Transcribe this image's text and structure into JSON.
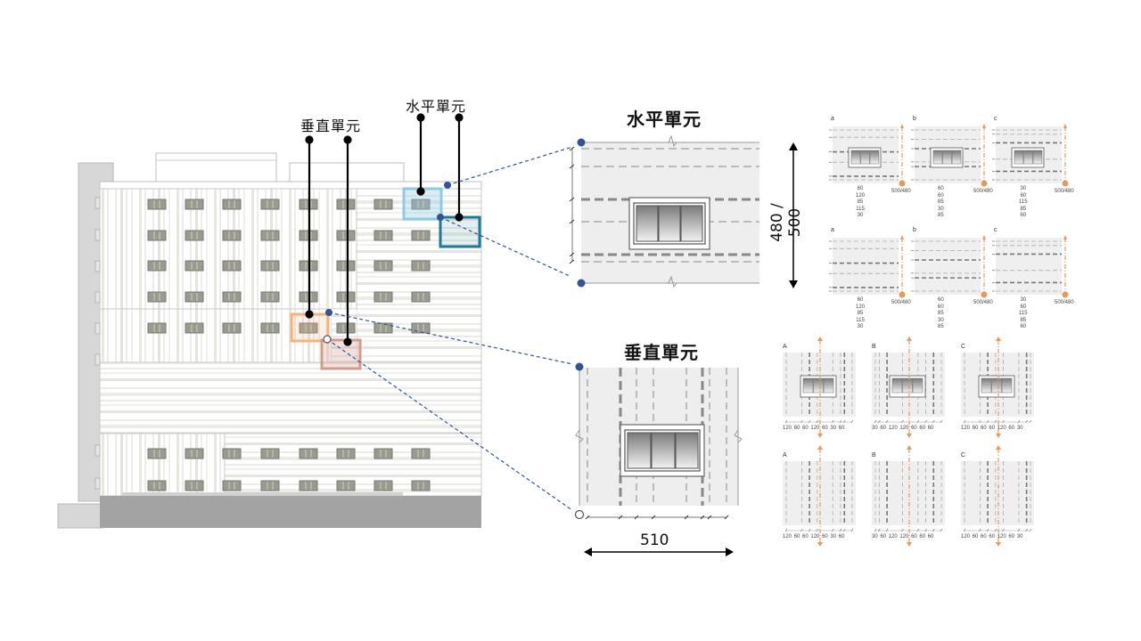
{
  "facade": {
    "callouts": {
      "vertical_unit": "垂直單元",
      "horizontal_unit": "水平單元"
    },
    "highlight_colors": {
      "horizontal_light": "#8ecbe0",
      "horizontal_dark": "#1f7a96",
      "vertical_light": "#f5b27a",
      "vertical_dark": "#d39c8a",
      "connector": "#2f5597"
    }
  },
  "horizontal_unit": {
    "title": "水平單元",
    "height_dimension": "480 / 500"
  },
  "vertical_unit": {
    "title": "垂直單元",
    "width_dimension": "510"
  },
  "horizontal_variants": {
    "total_label": "500/480",
    "rows": [
      {
        "with_window": true,
        "items": [
          {
            "label": "a",
            "spacings": [
              "60",
              "120",
              "85",
              "115",
              "30"
            ]
          },
          {
            "label": "b",
            "spacings": [
              "60",
              "60",
              "85",
              "30",
              "85"
            ]
          },
          {
            "label": "c",
            "spacings": [
              "30",
              "60",
              "115",
              "85",
              "60"
            ]
          }
        ]
      },
      {
        "with_window": false,
        "items": [
          {
            "label": "a",
            "spacings": [
              "60",
              "120",
              "85",
              "115",
              "30"
            ]
          },
          {
            "label": "b",
            "spacings": [
              "60",
              "60",
              "85",
              "30",
              "85"
            ]
          },
          {
            "label": "c",
            "spacings": [
              "30",
              "60",
              "115",
              "85",
              "60"
            ]
          }
        ]
      }
    ]
  },
  "vertical_variants": {
    "rows": [
      {
        "with_window": true,
        "items": [
          {
            "label": "A",
            "spacings": [
              "120",
              "60",
              "60",
              "120",
              "60",
              "30",
              "60"
            ]
          },
          {
            "label": "B",
            "spacings": [
              "30",
              "60",
              "120",
              "120",
              "60",
              "60",
              "60"
            ]
          },
          {
            "label": "C",
            "spacings": [
              "120",
              "60",
              "60",
              "60",
              "120",
              "60",
              "30"
            ]
          }
        ]
      },
      {
        "with_window": false,
        "items": [
          {
            "label": "A",
            "spacings": [
              "120",
              "60",
              "60",
              "120",
              "60",
              "30",
              "60"
            ]
          },
          {
            "label": "B",
            "spacings": [
              "30",
              "60",
              "120",
              "120",
              "60",
              "60",
              "60"
            ]
          },
          {
            "label": "C",
            "spacings": [
              "120",
              "60",
              "60",
              "60",
              "120",
              "60",
              "30"
            ]
          }
        ]
      }
    ]
  }
}
